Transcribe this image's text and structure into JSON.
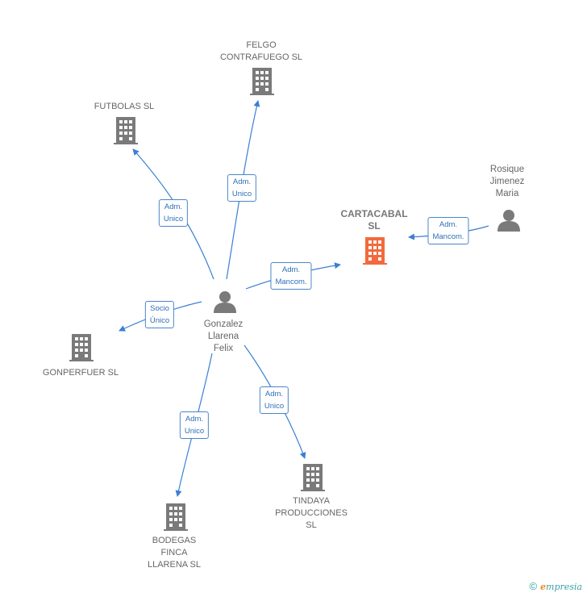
{
  "colors": {
    "edge": "#3b7fd4",
    "building": "#7a7a7a",
    "building_main": "#f26a3d",
    "person": "#7a7a7a"
  },
  "nodes": {
    "felgo": {
      "lines": [
        "FELGO",
        "CONTRAFUEGO SL"
      ]
    },
    "futbolas": {
      "lines": [
        "FUTBOLAS  SL"
      ]
    },
    "cartacabal": {
      "lines": [
        "CARTACABAL",
        "SL"
      ]
    },
    "gonperfuer": {
      "lines": [
        "GONPERFUER SL"
      ]
    },
    "tindaya": {
      "lines": [
        "TINDAYA",
        "PRODUCCIONES",
        "SL"
      ]
    },
    "bodegas": {
      "lines": [
        "BODEGAS",
        "FINCA",
        "LLARENA SL"
      ]
    },
    "gonzalez": {
      "lines": [
        "Gonzalez",
        "Llarena",
        "Felix"
      ]
    },
    "rosique": {
      "lines": [
        "Rosique",
        "Jimenez",
        "Maria"
      ]
    }
  },
  "edges": {
    "felgo": {
      "lines": [
        "Adm.",
        "Unico"
      ]
    },
    "futbolas": {
      "lines": [
        "Adm.",
        "Unico"
      ]
    },
    "cartacabal": {
      "lines": [
        "Adm.",
        "Mancom."
      ]
    },
    "rosique": {
      "lines": [
        "Adm.",
        "Mancom."
      ]
    },
    "gonperfuer": {
      "lines": [
        "Socio",
        "Único"
      ]
    },
    "tindaya": {
      "lines": [
        "Adm.",
        "Unico"
      ]
    },
    "bodegas": {
      "lines": [
        "Adm.",
        "Unico"
      ]
    }
  },
  "footer": {
    "copyright": "©",
    "brand_e": "e",
    "brand_rest": "mpresia"
  }
}
